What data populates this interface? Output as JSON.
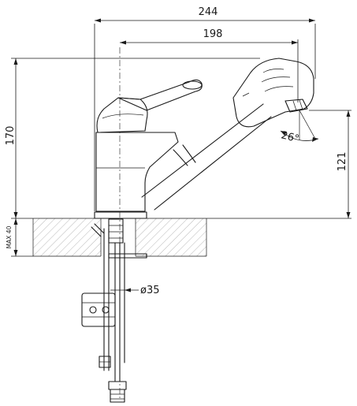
{
  "dimensions": {
    "overall_width": "244",
    "spout_reach": "198",
    "height": "170",
    "spout_height": "121",
    "max_mount": "MAX 40",
    "hole_diameter": "ø35",
    "spray_angle": "26°"
  },
  "colors": {
    "line": "#1a1a1a",
    "hatch": "#888888",
    "background": "#ffffff"
  }
}
